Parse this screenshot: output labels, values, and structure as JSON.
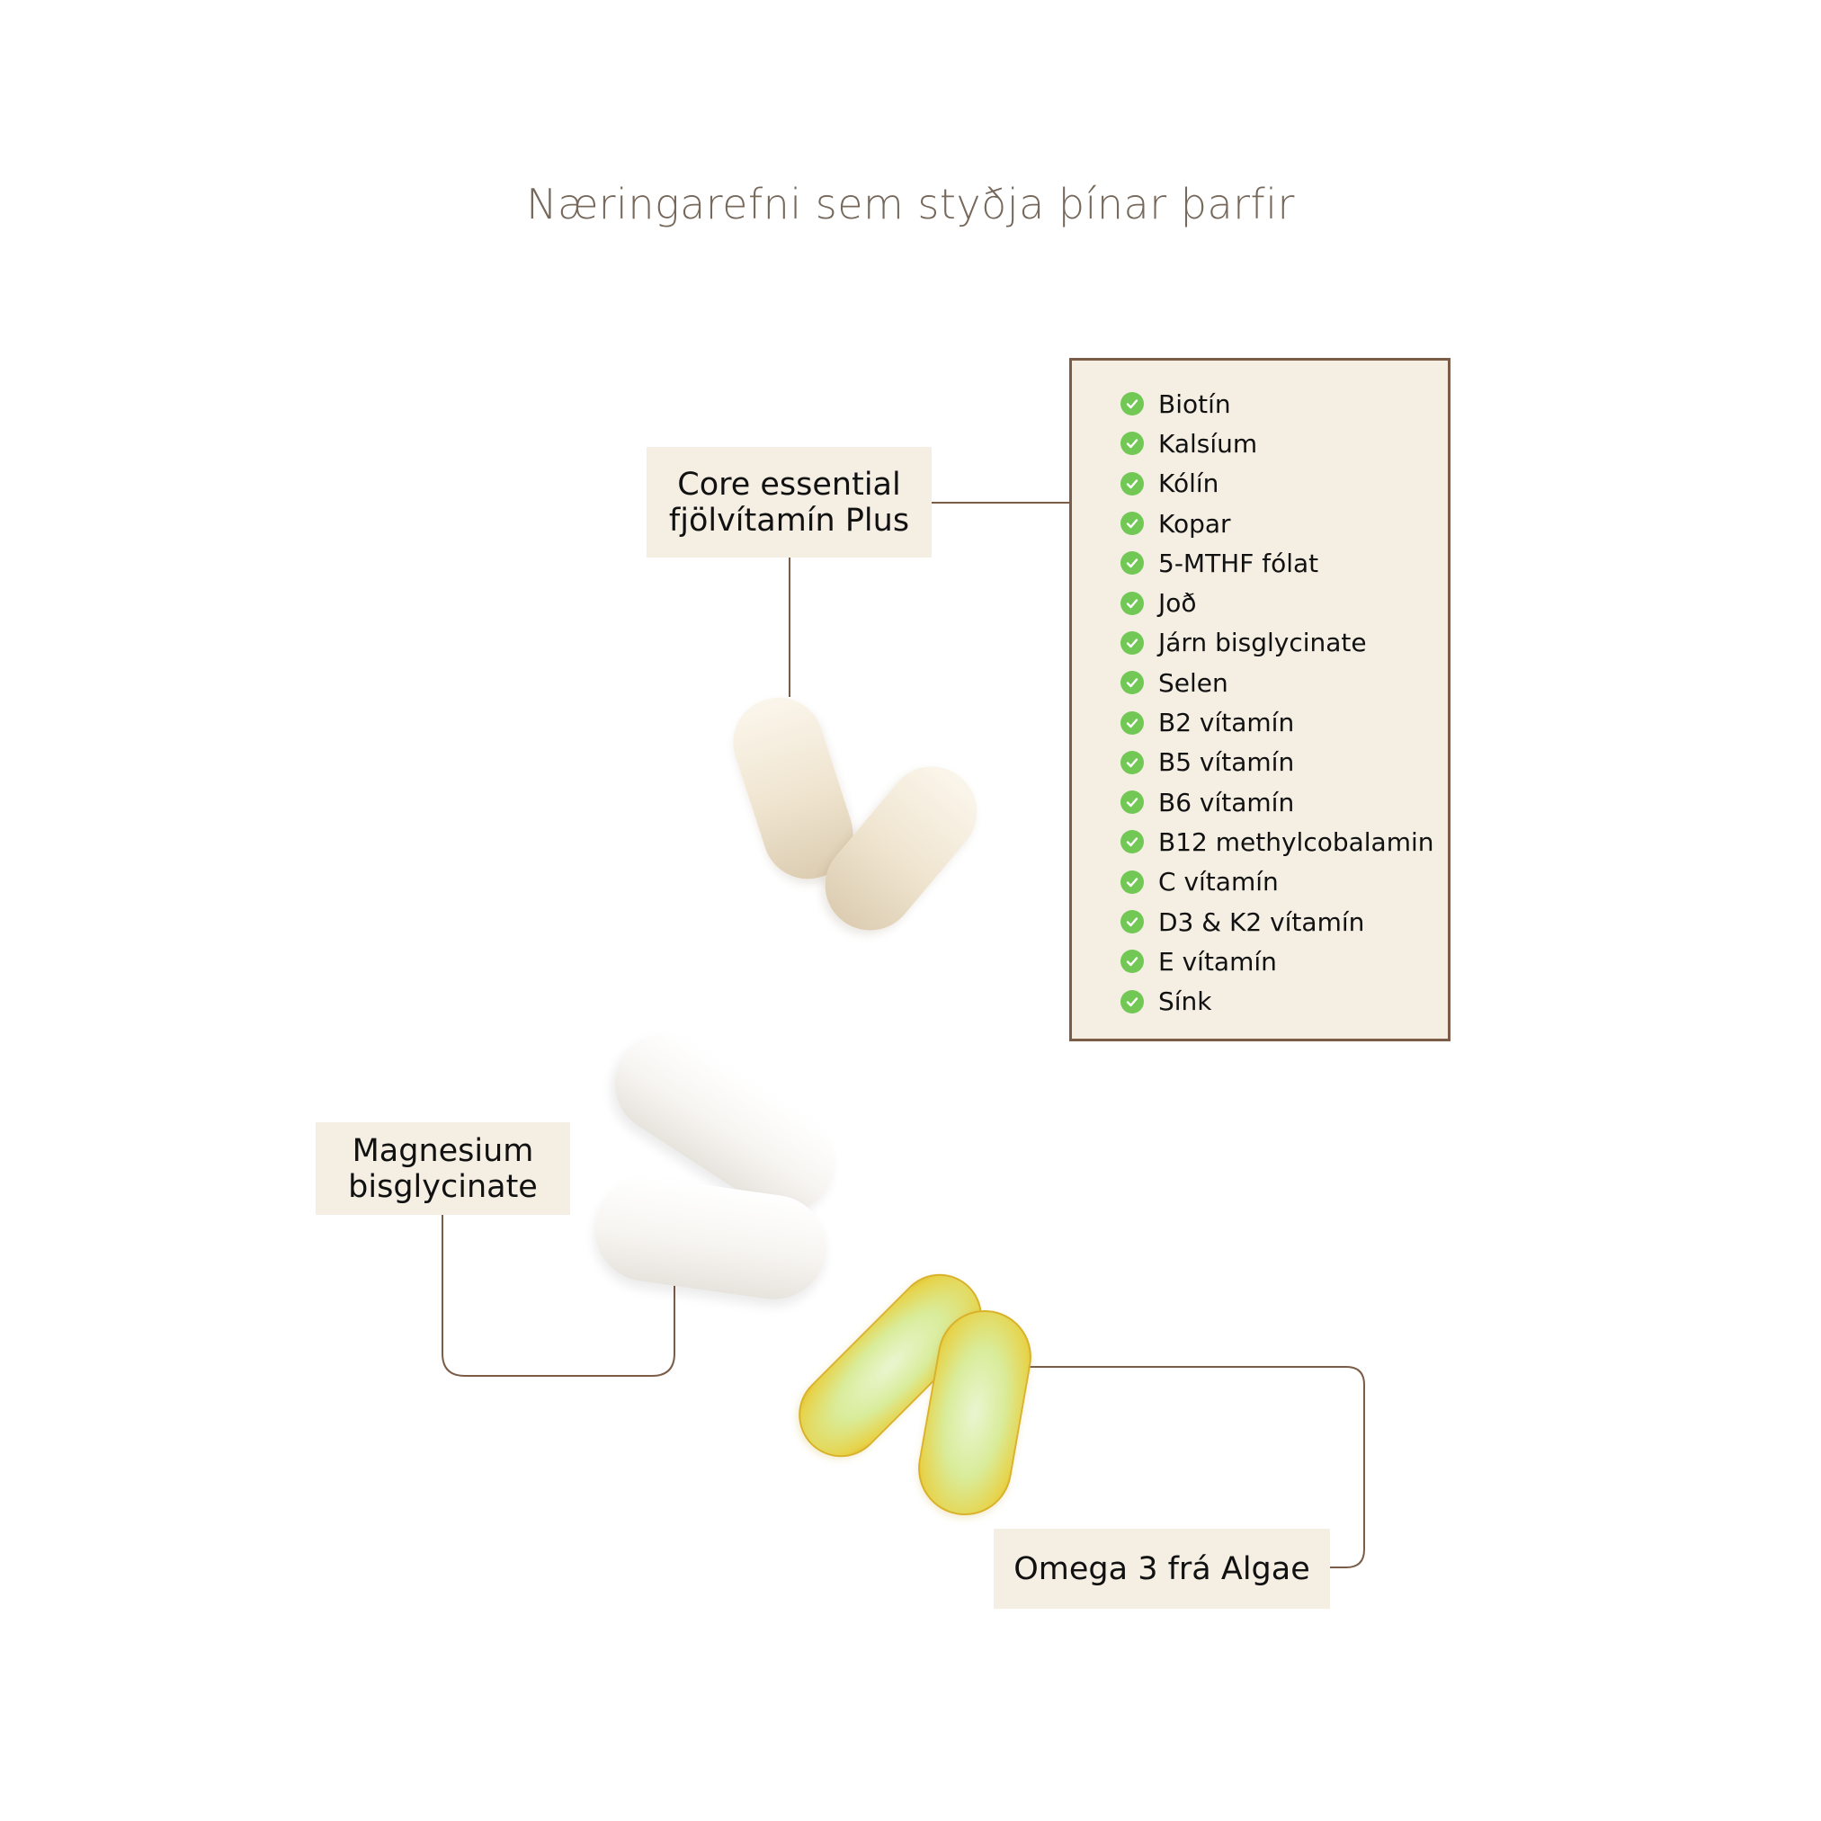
{
  "title": "Næringarefni sem styðja þínar þarfir",
  "products": {
    "core": {
      "line1": "Core essential",
      "line2": "fjölvítamín Plus"
    },
    "magnesium": {
      "line1": "Magnesium",
      "line2": "bisglycinate"
    },
    "omega": {
      "label": "Omega 3 frá Algae"
    }
  },
  "nutrients": [
    "Biotín",
    "Kalsíum",
    "Kólín",
    "Kopar",
    "5-MTHF fólat",
    "Joð",
    "Járn bisglycinate",
    "Selen",
    "B2 vítamín",
    "B5 vítamín",
    "B6 vítamín",
    "B12 methylcobalamin",
    "C vítamín",
    "D3 & K2 vítamín",
    "E vítamín",
    "Sínk"
  ],
  "colors": {
    "title": "#76685b",
    "label_bg": "#f4eee3",
    "border": "#7a5c47",
    "check": "#72c855",
    "connector": "#7a5c47"
  }
}
